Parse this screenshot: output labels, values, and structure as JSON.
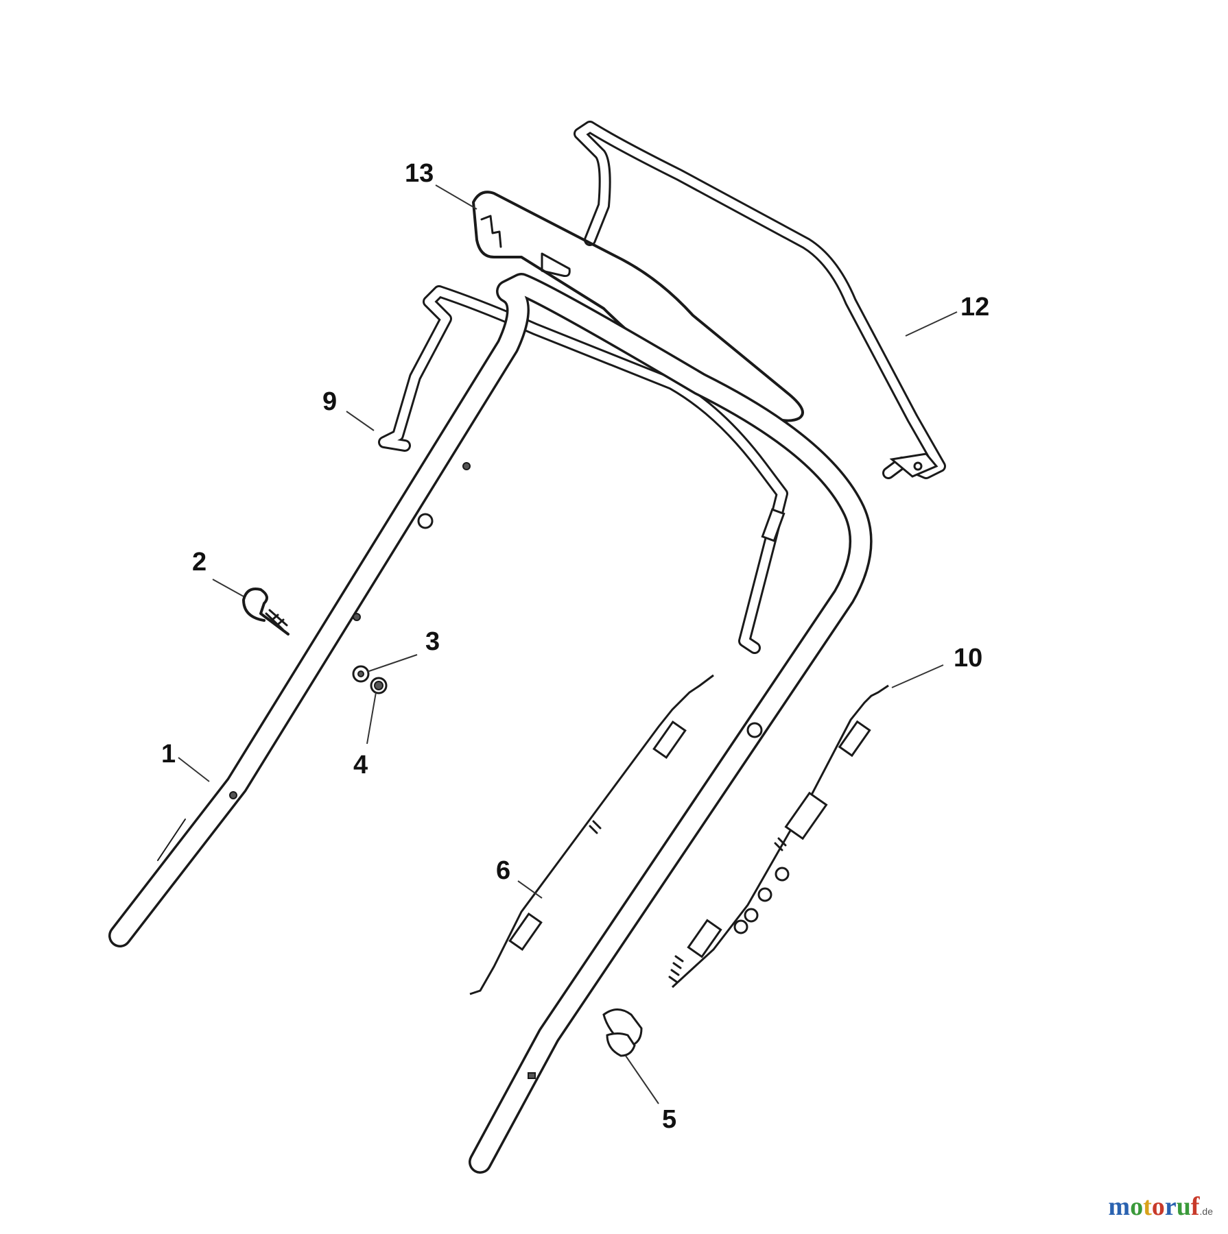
{
  "diagram": {
    "parts": [
      {
        "id": "1",
        "label": "1"
      },
      {
        "id": "2",
        "label": "2"
      },
      {
        "id": "3",
        "label": "3"
      },
      {
        "id": "4",
        "label": "4"
      },
      {
        "id": "5",
        "label": "5"
      },
      {
        "id": "6",
        "label": "6"
      },
      {
        "id": "9",
        "label": "9"
      },
      {
        "id": "10",
        "label": "10"
      },
      {
        "id": "12",
        "label": "12"
      },
      {
        "id": "13",
        "label": "13"
      }
    ]
  },
  "watermark": {
    "text": "motoruf",
    "suffix": ".de",
    "colors": [
      "#2a62b0",
      "#3a9a3a",
      "#d8a21a",
      "#c83a2a",
      "#2a62b0",
      "#3a9a3a",
      "#c83a2a"
    ]
  }
}
